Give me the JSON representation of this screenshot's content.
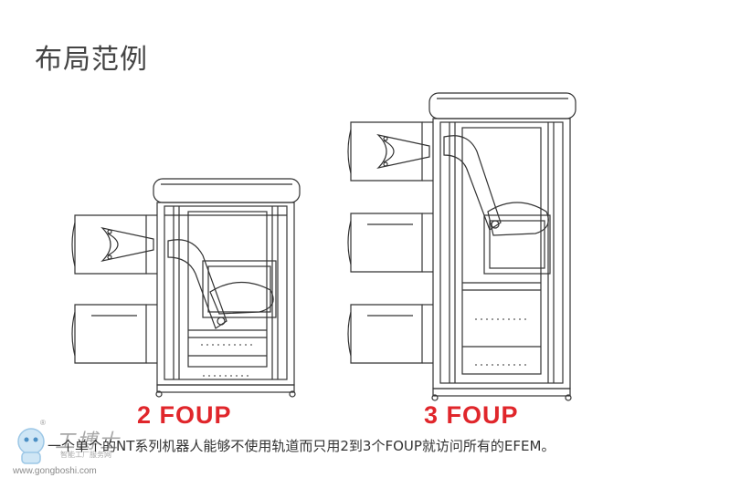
{
  "page": {
    "title": "布局范例",
    "caption": "一个单个的NT系列机器人能够不使用轨道而只用2到3个FOUP就访问所有的EFEM。"
  },
  "layouts": [
    {
      "label": "2 FOUP",
      "foup_count": 2
    },
    {
      "label": "3 FOUP",
      "foup_count": 3
    }
  ],
  "watermark": {
    "site": "www.gongboshi.com",
    "brand": "工博士",
    "tagline": "智能工厂服务网"
  },
  "colors": {
    "label_red": "#e0262b",
    "line": "#333333",
    "title": "#444444"
  }
}
